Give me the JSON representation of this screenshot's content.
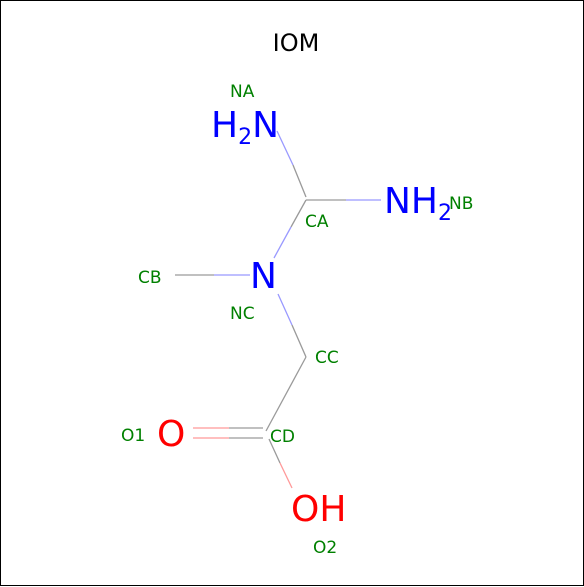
{
  "title": "IOM",
  "colors": {
    "nitrogen": "#0000ff",
    "oxygen": "#ff0000",
    "carbon_bond": "#808080",
    "label": "#008000",
    "title": "#000000"
  },
  "atoms": [
    {
      "id": "NA",
      "name_label": "NA",
      "element": "N",
      "symbol": "H2N"
    },
    {
      "id": "NB",
      "name_label": "NB",
      "element": "N",
      "symbol": "NH2"
    },
    {
      "id": "CA",
      "name_label": "CA",
      "element": "C"
    },
    {
      "id": "NC",
      "name_label": "NC",
      "element": "N",
      "symbol": "N"
    },
    {
      "id": "CB",
      "name_label": "CB",
      "element": "C"
    },
    {
      "id": "CC",
      "name_label": "CC",
      "element": "C"
    },
    {
      "id": "CD",
      "name_label": "CD",
      "element": "C"
    },
    {
      "id": "O1",
      "name_label": "O1",
      "element": "O",
      "symbol": "O"
    },
    {
      "id": "O2",
      "name_label": "O2",
      "element": "O",
      "symbol": "OH"
    }
  ],
  "bonds": [
    {
      "from": "NA",
      "to": "CA",
      "order": 1
    },
    {
      "from": "CA",
      "to": "NB",
      "order": 1
    },
    {
      "from": "CA",
      "to": "NC",
      "order": 1
    },
    {
      "from": "NC",
      "to": "CB",
      "order": 1
    },
    {
      "from": "NC",
      "to": "CC",
      "order": 1
    },
    {
      "from": "CC",
      "to": "CD",
      "order": 1
    },
    {
      "from": "CD",
      "to": "O1",
      "order": 2
    },
    {
      "from": "CD",
      "to": "O2",
      "order": 1
    }
  ]
}
